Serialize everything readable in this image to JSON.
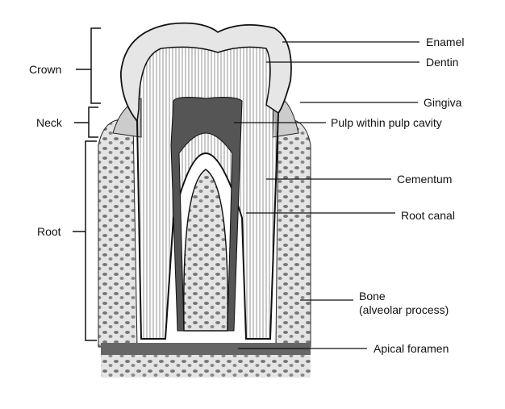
{
  "diagram": {
    "title_regions": {
      "crown": "Crown",
      "neck": "Neck",
      "root": "Root"
    },
    "labels": {
      "enamel": "Enamel",
      "dentin": "Dentin",
      "gingiva": "Gingiva",
      "pulp": "Pulp within pulp cavity",
      "cementum": "Cementum",
      "root_canal": "Root canal",
      "bone_line1": "Bone",
      "bone_line2": "(alveolar process)",
      "apical_foramen": "Apical foramen"
    },
    "colors": {
      "ink": "#1a1a1a",
      "enamel": "#e6e6e6",
      "dentin": "#bdbdbd",
      "pulp": "#555555",
      "bone": "#d9d9d9"
    }
  }
}
